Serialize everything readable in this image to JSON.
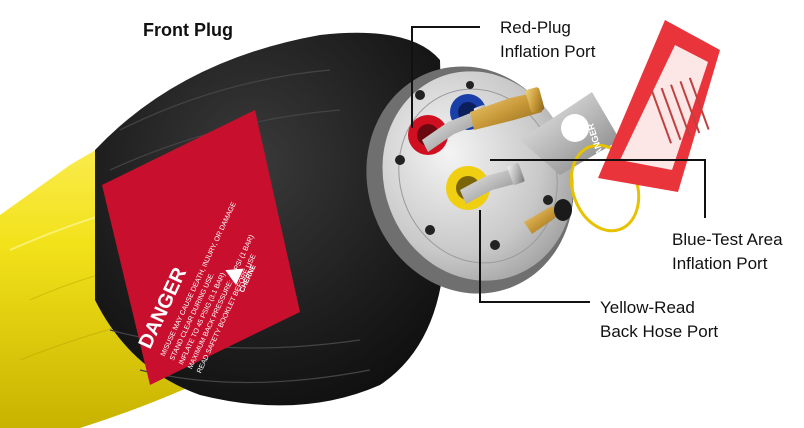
{
  "title": "Front Plug",
  "callouts": {
    "red": {
      "line1": "Red-Plug",
      "line2": "Inflation Port"
    },
    "blue": {
      "line1": "Blue-Test Area",
      "line2": "Inflation Port"
    },
    "yellow": {
      "line1": "Yellow-Read",
      "line2": "Back Hose Port"
    }
  },
  "danger_label": {
    "heading": "DANGER",
    "brand": "CHERNE",
    "warning_lines": [
      "MISUSE MAY CAUSE DEATH, INJURY, OR DAMAGE",
      "STAND CLEAR DURING USE.",
      "INFLATE TO 45 PSIG (3.1 BAR)",
      "MAXIMUM BACK PRESSURE: 15 PSI (1 BAR)",
      "READ SAFETY BOOKLET BEFORE USE"
    ]
  },
  "tag": {
    "heading": "DANGER"
  },
  "colors": {
    "plug_yellow": "#f2e21a",
    "rubber_black": "#1a1a1a",
    "label_red": "#c8102e",
    "port_red": "#d01020",
    "port_blue": "#1a3fa8",
    "port_yellow": "#f0cf10",
    "brass": "#c99a3a",
    "tag_red": "#e8343a"
  }
}
